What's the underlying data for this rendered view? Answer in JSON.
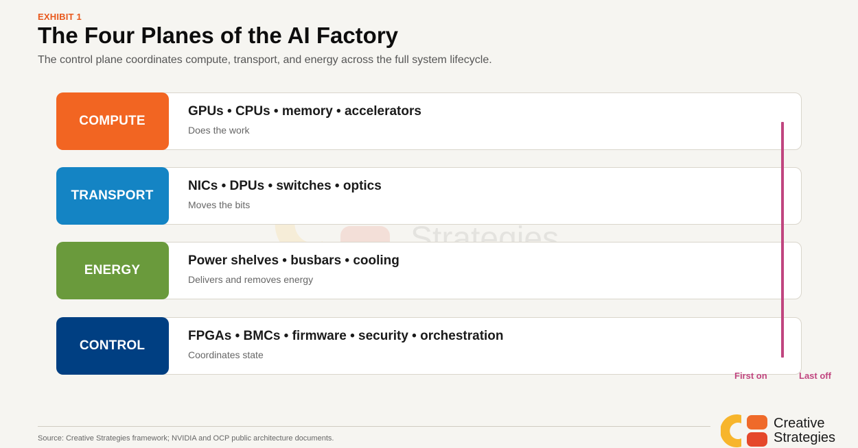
{
  "header": {
    "exhibit": "EXHIBIT 1",
    "title": "The Four Planes of the AI Factory",
    "subtitle": "The control plane coordinates compute, transport, and energy across the full system lifecycle."
  },
  "planes": [
    {
      "label": "COMPUTE",
      "components": "GPUs • CPUs • memory • accelerators",
      "description": "Does the work",
      "color": "#f26522"
    },
    {
      "label": "TRANSPORT",
      "components": "NICs • DPUs • switches • optics",
      "description": "Moves the bits",
      "color": "#1484c4"
    },
    {
      "label": "ENERGY",
      "components": "Power shelves • busbars • cooling",
      "description": "Delivers and removes energy",
      "color": "#6a9a3c"
    },
    {
      "label": "CONTROL",
      "components": "FPGAs • BMCs • firmware • security • orchestration",
      "description": "Coordinates state",
      "color": "#003f82"
    }
  ],
  "sequence": {
    "first": "First on",
    "last": "Last off",
    "color": "#c0457f"
  },
  "footer": {
    "source": "Source: Creative Strategies framework; NVIDIA and OCP public architecture documents."
  },
  "brand": {
    "line1": "Creative",
    "line2": "Strategies",
    "colors": {
      "yellow": "#f7b52c",
      "orange": "#ef6a2a",
      "red": "#e5482b"
    }
  },
  "watermark": {
    "line1": "Creative",
    "line2": "Strategies"
  },
  "icons": [
    "creative-strategies-logo-icon"
  ]
}
